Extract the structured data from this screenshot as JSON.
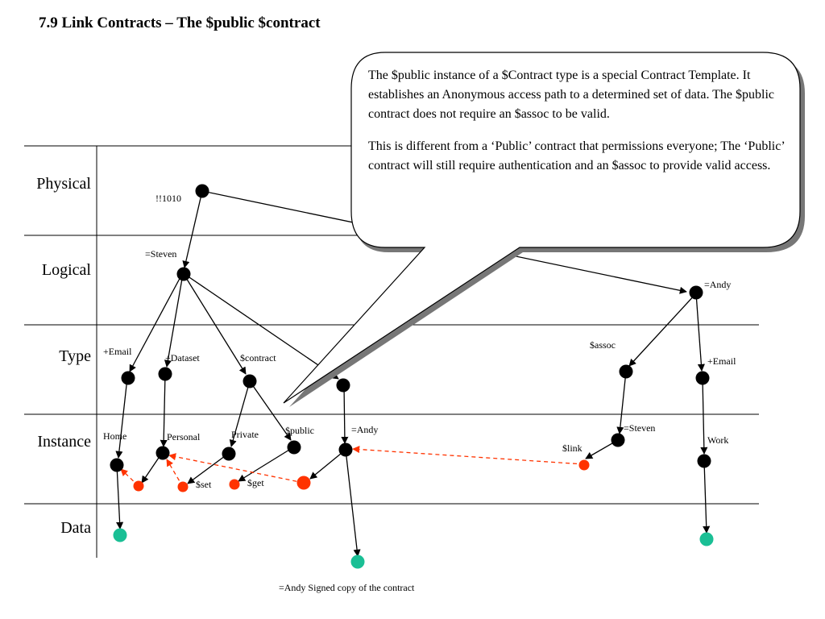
{
  "slide": {
    "title": "7.9 Link Contracts – The $public $contract",
    "caption": "=Andy Signed copy of the contract"
  },
  "layers": [
    "Physical",
    "Logical",
    "Type",
    "Instance",
    "Data"
  ],
  "callout": {
    "paragraphs": [
      "The $public instance of a $Contract type is a special Contract Template. It establishes an Anonymous access path to a determined set of data. The $public contract does not require an $assoc to be valid.",
      "This is different from a ‘Public’ contract that permissions everyone; The ‘Public’ contract will still require authentication and an $assoc to provide valid access."
    ]
  },
  "node_labels": {
    "physical_1010": "!!1010",
    "steven": "=Steven",
    "andy": "=Andy",
    "email_type": "+Email",
    "dataset_type": "+Dataset",
    "contract_type": "$contract",
    "assoc_type": "$assoc",
    "andy_email_type": "+Email",
    "home": "Home",
    "personal": "Personal",
    "private": "Private",
    "public": "$public",
    "andy_instance": "=Andy",
    "steven_instance": "=Steven",
    "link": "$link",
    "work": "Work",
    "set": "$set",
    "get": "$get"
  },
  "colors": {
    "node": "#000000",
    "link_node": "#ff3300",
    "data_node": "#1abf95",
    "dashed_link": "#ff3300",
    "callout_shadow": "#777777"
  }
}
